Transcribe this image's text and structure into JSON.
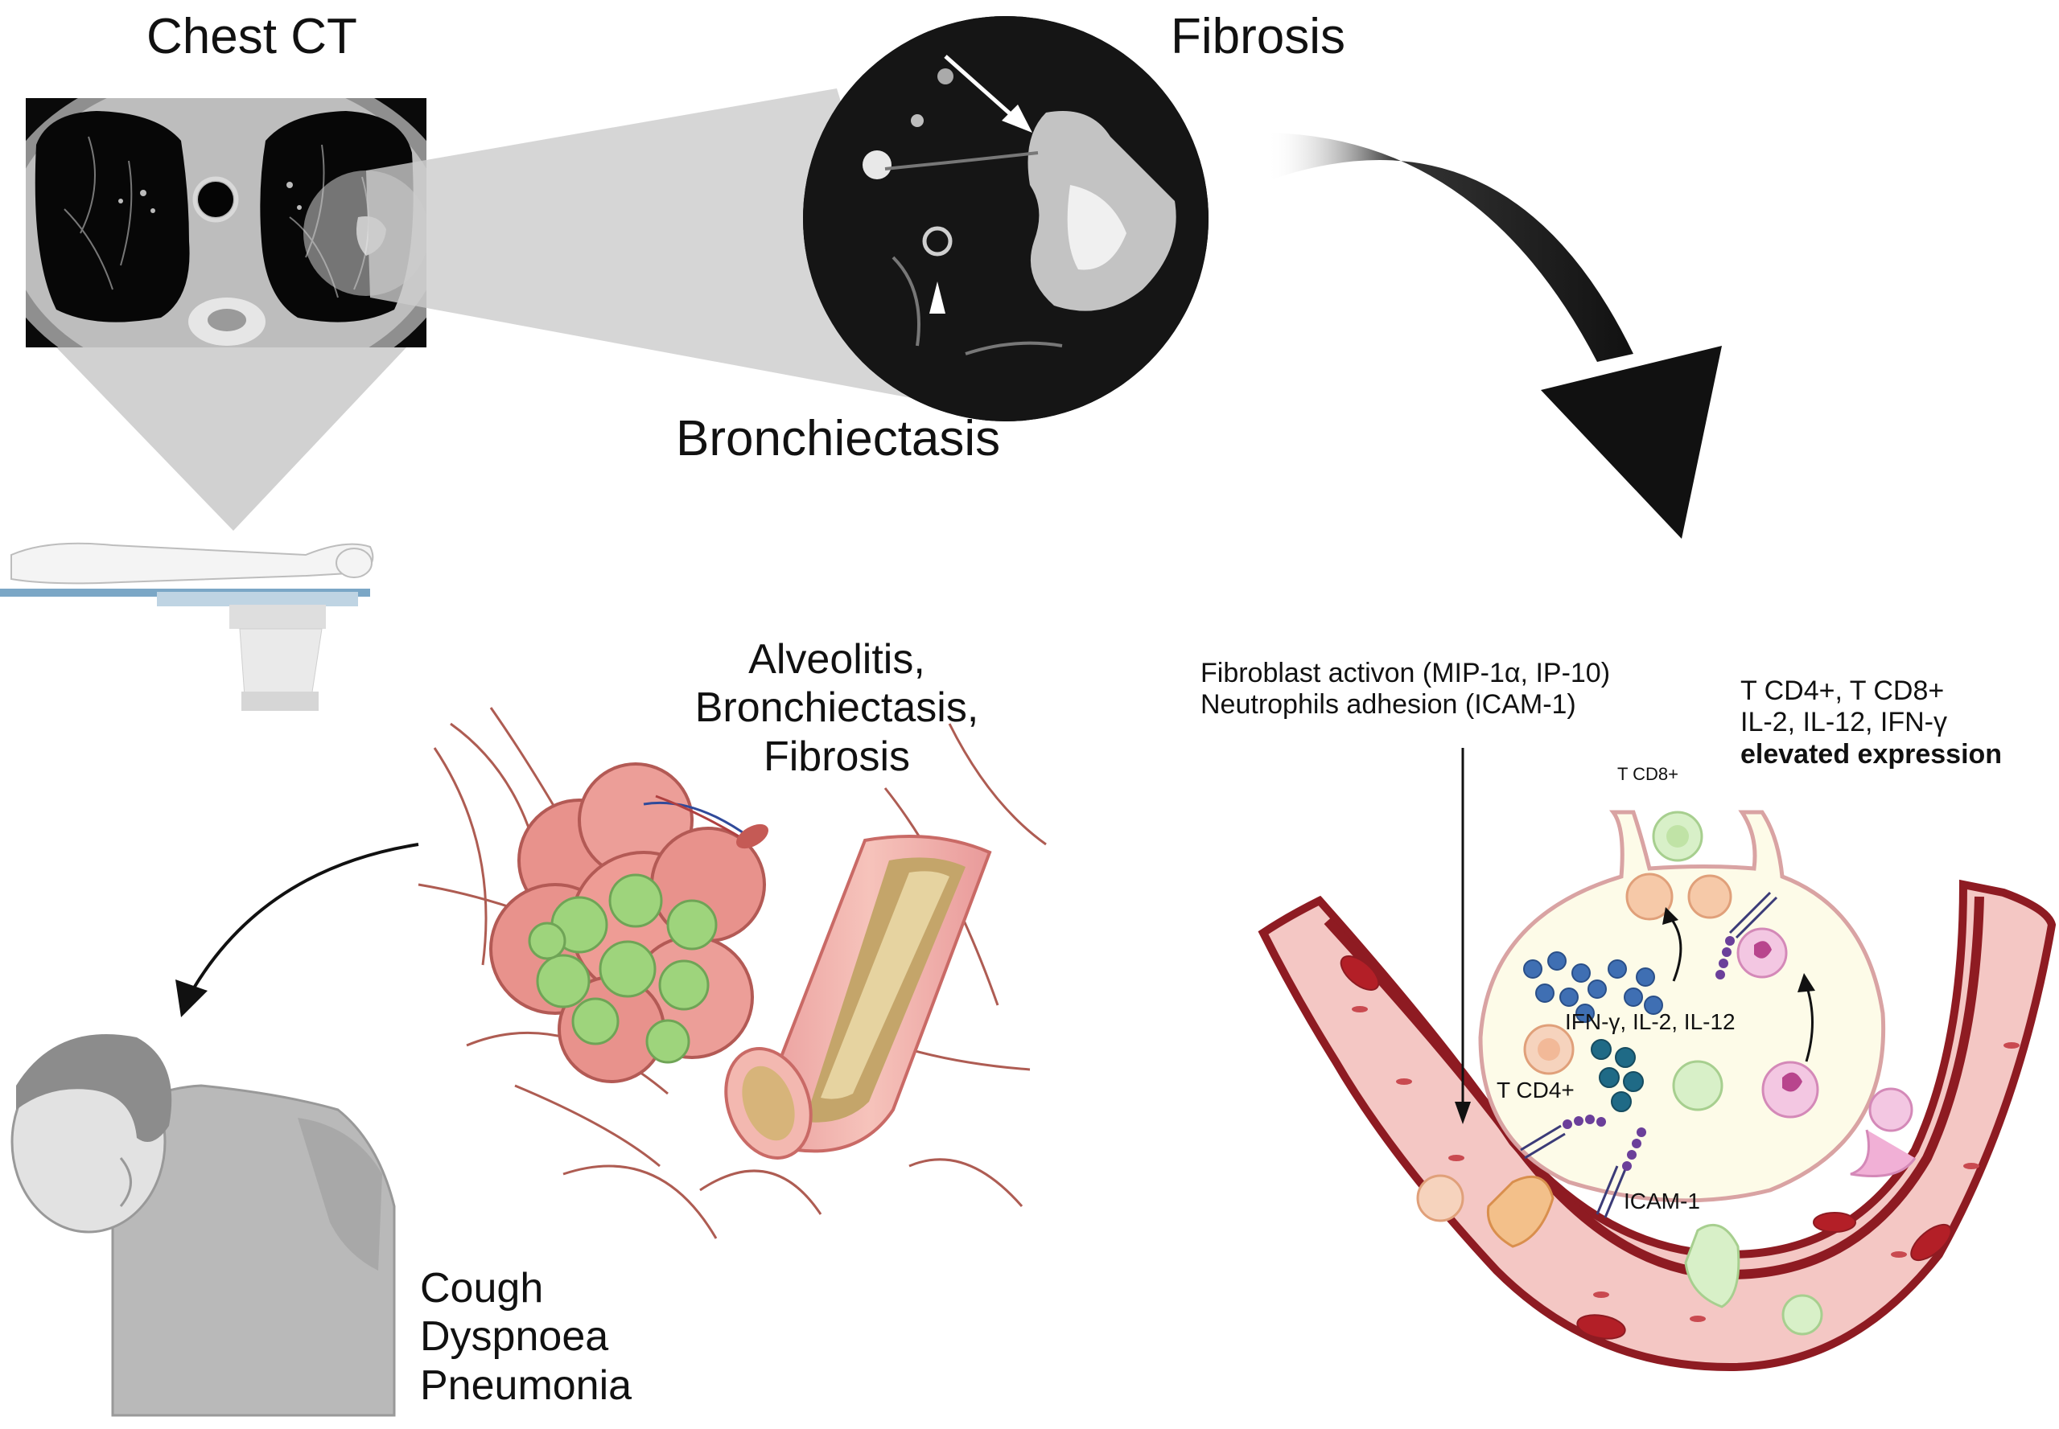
{
  "ct_panel": {
    "title": "Chest CT",
    "zoom_label_top": "Fibrosis",
    "zoom_label_bottom": "Bronchiectasis"
  },
  "lung_tissue": {
    "caption_lines": [
      "Alveolitis,",
      "Bronchiectasis,",
      "Fibrosis"
    ]
  },
  "patient": {
    "symptoms": [
      "Cough",
      "Dyspnoea",
      "Pneumonia"
    ]
  },
  "immune_panel": {
    "left_caption_lines": [
      "Fibroblast activon (MIP-1α, IP-10)",
      "Neutrophils adhesion (ICAM-1)"
    ],
    "right_caption_lines": [
      "T CD4+, T CD8+",
      "IL-2, IL-12, IFN-γ"
    ],
    "right_caption_bold": "elevated expression",
    "label_t_cd8": "T CD8+",
    "label_cytokines": "IFN-γ, IL-2, IL-12",
    "label_t_cd4": "T CD4+",
    "label_icam": "ICAM-1"
  },
  "colors": {
    "vessel_dark": "#8e1b22",
    "vessel_fill": "#f4c7c4",
    "alveolus_fill": "#fdfbe8",
    "alveolus_wall": "#d9a3a3",
    "arrow": "#111111",
    "scan_bg": "#0b0b0b"
  }
}
